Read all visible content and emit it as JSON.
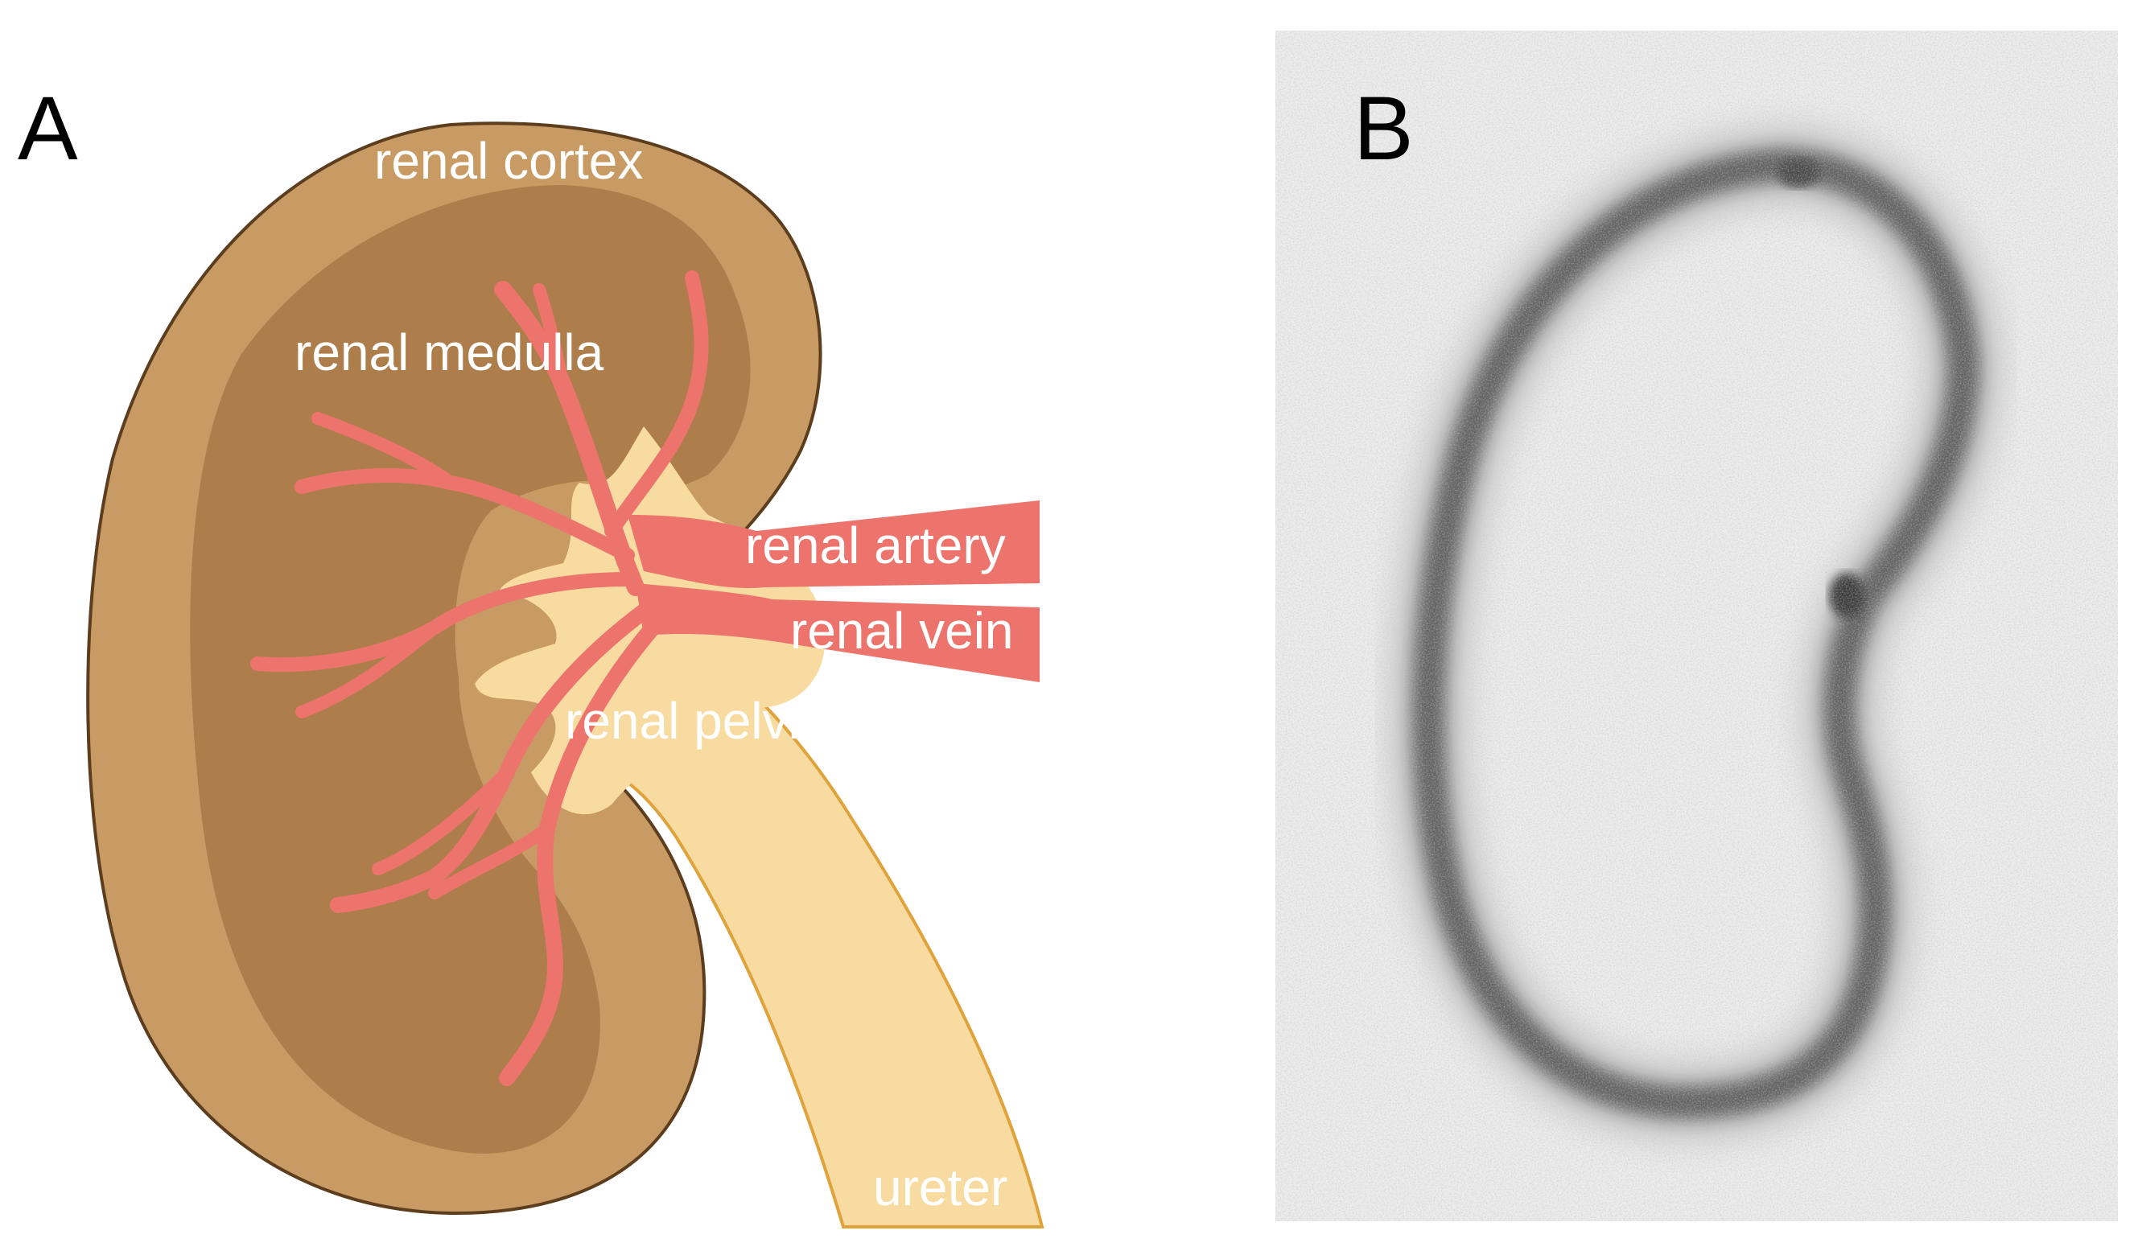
{
  "panels": {
    "a": {
      "letter": "A",
      "labels": {
        "renal_cortex": "renal cortex",
        "renal_medulla": "renal medulla",
        "renal_artery": "renal artery",
        "renal_vein": "renal vein",
        "renal_pelvis": "renal pelvis",
        "ureter": "ureter"
      }
    },
    "b": {
      "letter": "B"
    }
  },
  "colors": {
    "cortex": "#c89b65",
    "cortex_outline": "#5c3e1e",
    "medulla": "#ad7e4b",
    "pelvis": "#f8dba1",
    "pelvis_outline": "#e0a33c",
    "vessel": "#ec746c",
    "label_text": "#ffffff",
    "scan_background": "#ececec",
    "scan_rim": "#2a2a2a"
  }
}
